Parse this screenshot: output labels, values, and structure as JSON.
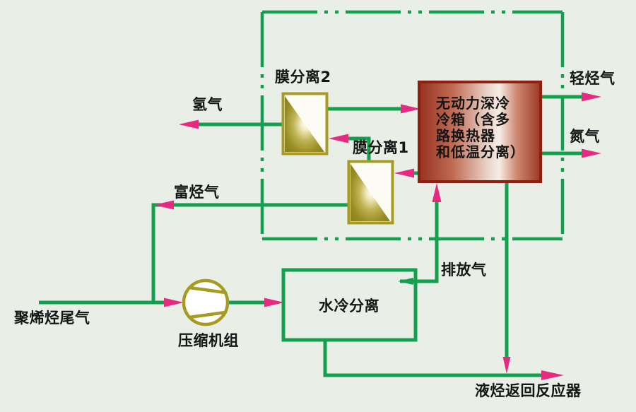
{
  "diagram": {
    "labels": {
      "feed": "聚烯烃尾气",
      "compressor": "压缩机组",
      "water_cooler": "水冷分离",
      "vent_gas": "排放气",
      "membrane2": "膜分离2",
      "membrane1": "膜分离1",
      "hydrogen": "氢气",
      "rich_gas": "富烃气",
      "light_gas": "轻烃气",
      "nitrogen": "氮气",
      "liquid_return": "液烃返回反应器"
    },
    "cold_box_lines": [
      "无动力深冷",
      "冷箱（含多",
      "路换热器",
      "和低温分离）"
    ]
  },
  "colors": {
    "bg": "#e9efe7",
    "line-green": "#12a04f",
    "arrow-pink": "#e72a80",
    "equip-olive": "#a79b24",
    "coldbox-border": "#8c2014",
    "coldbox-dark": "#9d3522",
    "coldbox-light": "#f6ece6",
    "membrane-dark": "#8a7f18",
    "membrane-glow": "#fffff2",
    "ink": "#151515"
  }
}
